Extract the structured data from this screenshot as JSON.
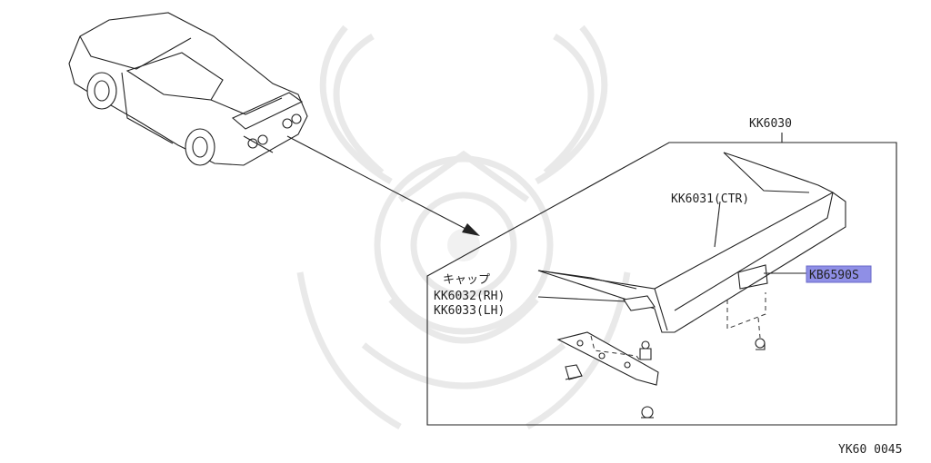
{
  "diagram": {
    "labels": {
      "assembly": "KK6030",
      "center": "KK6031(CTR)",
      "cap_jp": "キャップ",
      "cap_rh": "KK6032(RH)",
      "cap_lh": "KK6033(LH)",
      "selected_part": "KB6590S",
      "figure_code": "YK60 0045"
    },
    "colors": {
      "highlight": "#8f8fe6",
      "line": "#222222",
      "watermark": "#ededed"
    },
    "icons": [
      "car-illustration",
      "spoiler-assembly",
      "watermark-kabuto-emblem",
      "clip-fastener",
      "bracket"
    ]
  }
}
